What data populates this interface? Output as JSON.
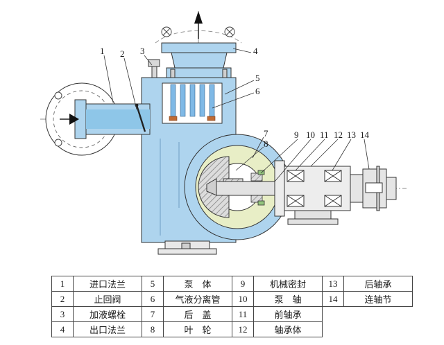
{
  "diagram": {
    "callouts": [
      "1",
      "2",
      "3",
      "4",
      "5",
      "6",
      "7",
      "8",
      "9",
      "10",
      "11",
      "12",
      "13",
      "14"
    ]
  },
  "legend": {
    "rows": [
      {
        "c1_no": "1",
        "c1_name": "进口法兰",
        "c2_no": "5",
        "c2_name": "泵　体",
        "c3_no": "9",
        "c3_name": "机械密封",
        "c4_no": "13",
        "c4_name": "后轴承"
      },
      {
        "c1_no": "2",
        "c1_name": "止回阀",
        "c2_no": "6",
        "c2_name": "气液分离管",
        "c3_no": "10",
        "c3_name": "泵　轴",
        "c4_no": "14",
        "c4_name": "连轴节"
      },
      {
        "c1_no": "3",
        "c1_name": "加液螺栓",
        "c2_no": "7",
        "c2_name": "后　盖",
        "c3_no": "11",
        "c3_name": "前轴承",
        "c4_no": "",
        "c4_name": ""
      },
      {
        "c1_no": "4",
        "c1_name": "出口法兰",
        "c2_no": "8",
        "c2_name": "叶　轮",
        "c3_no": "12",
        "c3_name": "轴承体",
        "c4_no": "",
        "c4_name": ""
      }
    ]
  },
  "colors": {
    "casing_blue": "#aed4ee",
    "pipe_blue": "#8ec6e8",
    "cover_green": "#e8eec6",
    "seal_green": "#93c47d",
    "seat_orange": "#c06a33",
    "metal_gray": "#e2e2e2",
    "line": "#333333"
  }
}
